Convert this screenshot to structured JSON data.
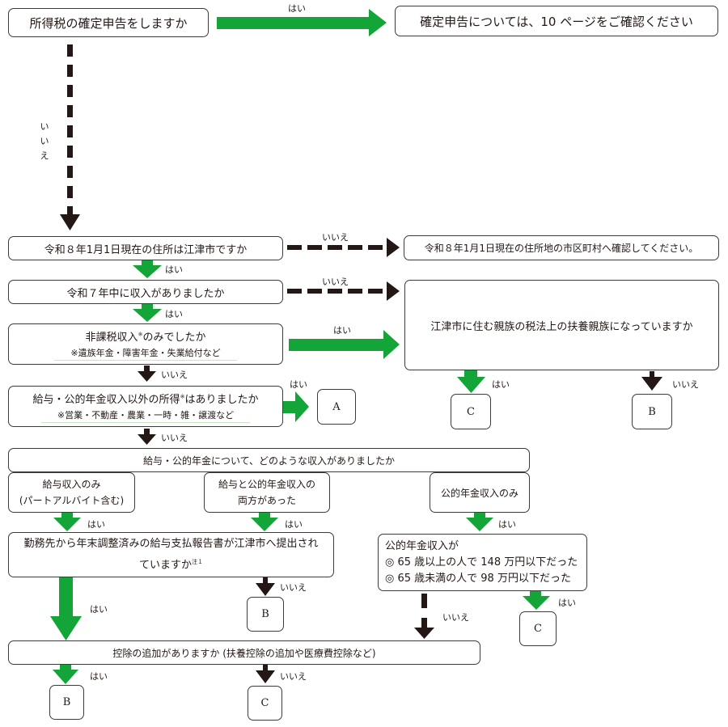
{
  "colors": {
    "yes_arrow": "#13a538",
    "no_arrow": "#231815",
    "border": "#3e3a39",
    "underline": "#c9e6c4"
  },
  "labels": {
    "yes": "はい",
    "no": "いいえ"
  },
  "q1": {
    "text": "所得税の確定申告をしますか"
  },
  "r1": {
    "text": "確定申告については、10 ページをご確認ください"
  },
  "q2": {
    "text": "令和８年1月1日現在の住所は江津市ですか"
  },
  "r2": {
    "text": "令和８年1月1日現在の住所地の市区町村へ確認してください。"
  },
  "q3": {
    "text": "令和７年中に収入がありましたか"
  },
  "q4": {
    "text": "非課税収入",
    "mark": "※",
    "text2": "のみでしたか",
    "note": "※遺族年金・障害年金・失業給付など"
  },
  "q_dependent": {
    "text": "江津市に住む親族の税法上の扶養親族になっていますか"
  },
  "q5": {
    "text": "給与・公的年金収入以外の所得",
    "mark": "※",
    "text2": "はありましたか",
    "note": "※営業・不動産・農業・一時・雑・譲渡など"
  },
  "q6": {
    "text": "給与・公的年金について、どのような収入がありましたか"
  },
  "opt_salary": {
    "line1": "給与収入のみ",
    "line2": "(パートアルバイト含む)"
  },
  "opt_both": {
    "line1": "給与と公的年金収入の",
    "line2": "両方があった"
  },
  "opt_pension": {
    "text": "公的年金収入のみ"
  },
  "q7": {
    "line1": "勤務先から年末調整済みの給与支払報告書が江津市へ提出され",
    "line2": "ていますか",
    "note_mark": "注１"
  },
  "q8": {
    "line1": "公的年金収入が",
    "line2": "◎ 65 歳以上の人で 148 万円以下だった",
    "line3": "◎ 65 歳未満の人で 98 万円以下だった"
  },
  "q9": {
    "text": "控除の追加がありますか (扶養控除の追加や医療費控除など)"
  },
  "results": {
    "a": "A",
    "b": "B",
    "c": "C"
  }
}
